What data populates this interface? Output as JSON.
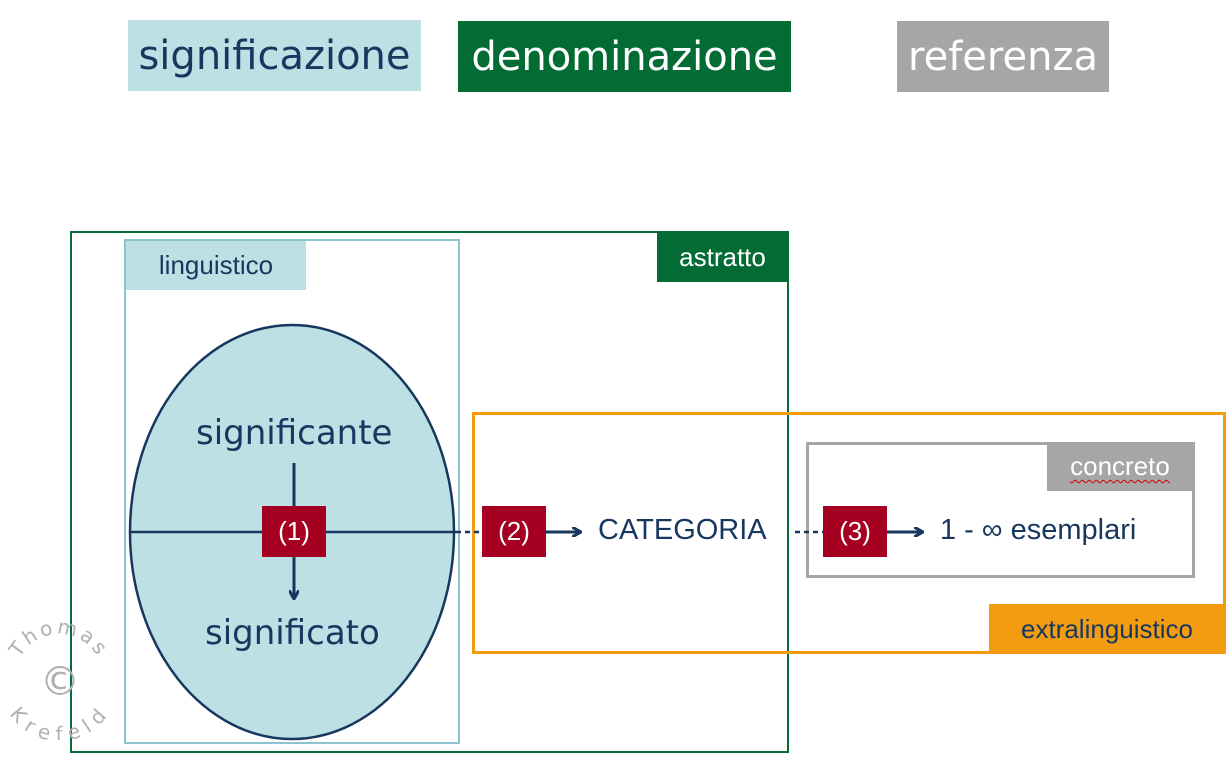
{
  "header": {
    "significazione": "significazione",
    "denominazione": "denominazione",
    "referenza": "referenza"
  },
  "frames": {
    "astratto": "astratto",
    "linguistico": "linguistico",
    "concreto": "concreto",
    "extralinguistico": "extralinguistico"
  },
  "sign": {
    "significante": "significante",
    "significato": "significato"
  },
  "steps": {
    "step1": "(1)",
    "step2": "(2)",
    "step3": "(3)"
  },
  "nodes": {
    "categoria": "CATEGORIA",
    "esemplari": "1 - ∞ esemplari"
  },
  "watermark": {
    "author_first": "Thomas",
    "author_last": "Krefeld",
    "symbol": "©"
  },
  "colors": {
    "dark_blue": "#17375e",
    "light_teal": "#bde0e5",
    "dark_green": "#036c35",
    "gray": "#a6a6a6",
    "orange": "#f39c12",
    "crimson": "#a50021"
  }
}
